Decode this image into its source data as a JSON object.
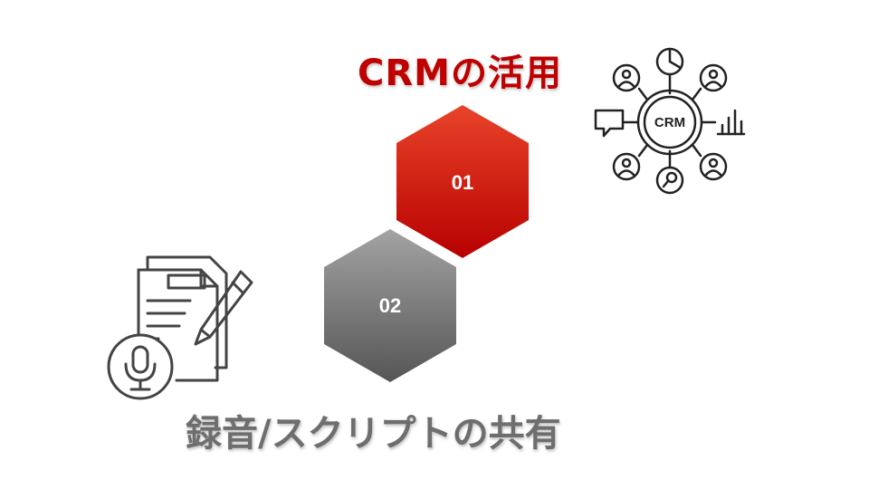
{
  "step1": {
    "number": "01",
    "label": "CRMの活用",
    "color": "#c00000"
  },
  "step2": {
    "number": "02",
    "label": "録音/スクリプトの共有",
    "color": "#6e6e6e"
  },
  "crm_icon": {
    "name": "crm-network-icon",
    "center_text": "CRM"
  },
  "recording_icon": {
    "name": "document-microphone-icon"
  }
}
